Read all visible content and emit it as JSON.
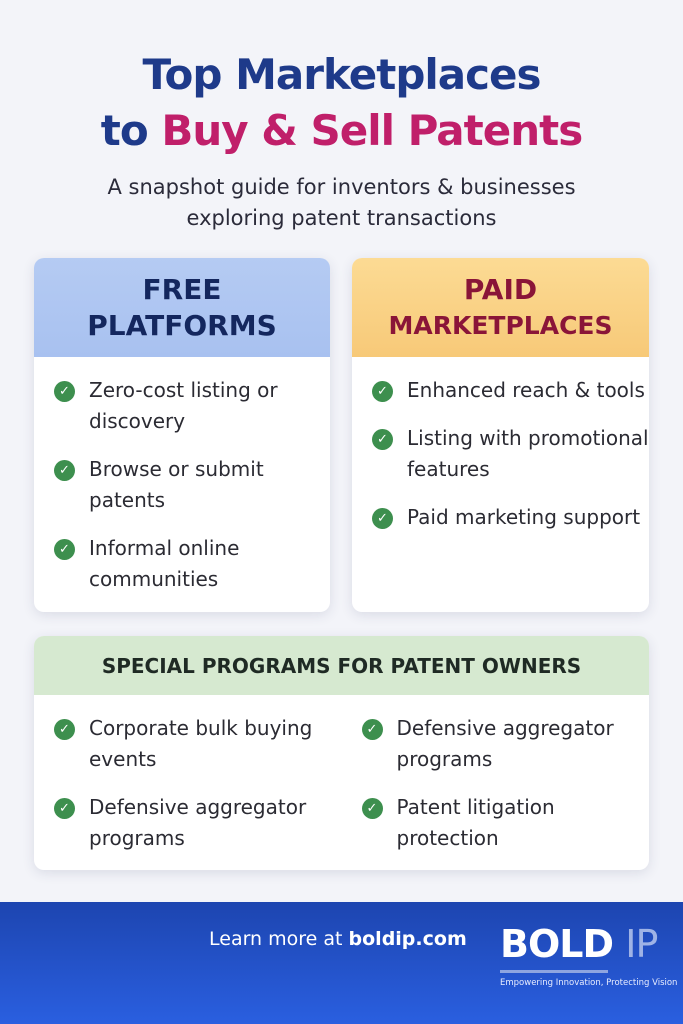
{
  "title": {
    "line1": "Top Marketplaces",
    "line2_prefix": "to ",
    "line2_accent": "Buy & Sell Patents"
  },
  "subtitle": {
    "line1": "A snapshot guide for inventors & businesses",
    "line2": "exploring patent transactions"
  },
  "free": {
    "heading1": "FREE",
    "heading2": "PLATFORMS",
    "items": [
      "Zero-cost listing or discovery",
      "Browse or submit patents",
      "Informal online communities"
    ]
  },
  "paid": {
    "heading1": "PAID",
    "heading2": "MARKETPLACES",
    "items": [
      "Enhanced reach & tools",
      "Listing with promotional features",
      "Paid marketing support"
    ]
  },
  "special": {
    "heading": "SPECIAL PROGRAMS FOR PATENT OWNERS",
    "left": [
      "Corporate bulk buying events",
      "Defensive aggregator programs"
    ],
    "right": [
      "Defensive aggregator programs",
      "Patent litigation protection"
    ]
  },
  "footer": {
    "learn_prefix": "Learn more at ",
    "learn_link": "boldip.com",
    "logo_bold": "BOLD",
    "logo_ip": "IP",
    "tagline": "Empowering Innovation, Protecting Vision"
  },
  "check_icon": "check-circle-icon",
  "colors": {
    "navy": "#1e3a8a",
    "accent": "#c01f6a",
    "check": "#3d8f4e",
    "footer": "#1d45b0"
  }
}
